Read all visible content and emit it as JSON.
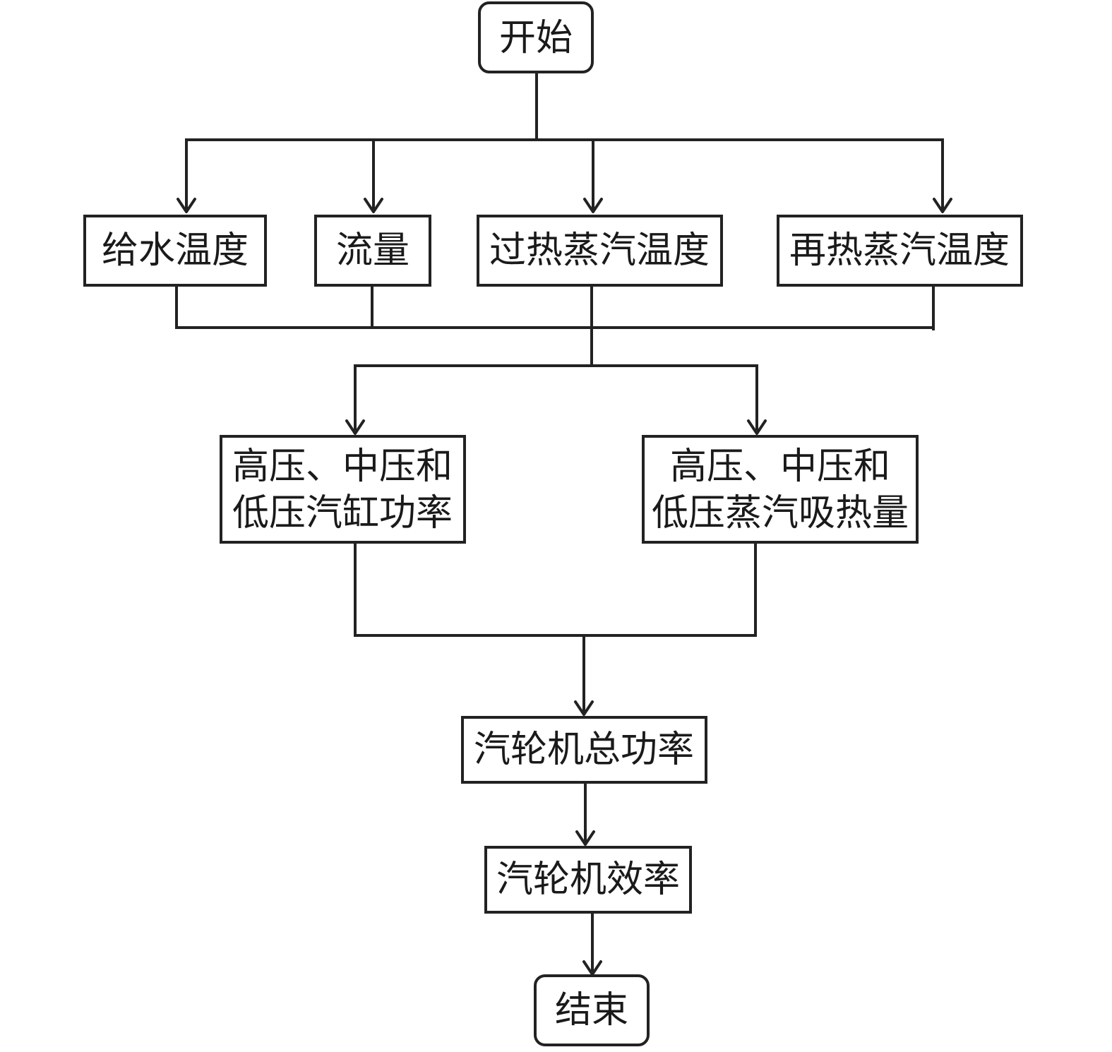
{
  "nodes": {
    "start": "开始",
    "feedwater_temp": "给水温度",
    "flow": "流量",
    "superheated_steam_temp": "过热蒸汽温度",
    "reheated_steam_temp": "再热蒸汽温度",
    "cylinder_power": [
      "高压、中压和",
      "低压汽缸功率"
    ],
    "steam_heat_absorption": [
      "高压、中压和",
      "低压蒸汽吸热量"
    ],
    "turbine_total_power": "汽轮机总功率",
    "turbine_efficiency": "汽轮机效率",
    "end": "结束"
  }
}
